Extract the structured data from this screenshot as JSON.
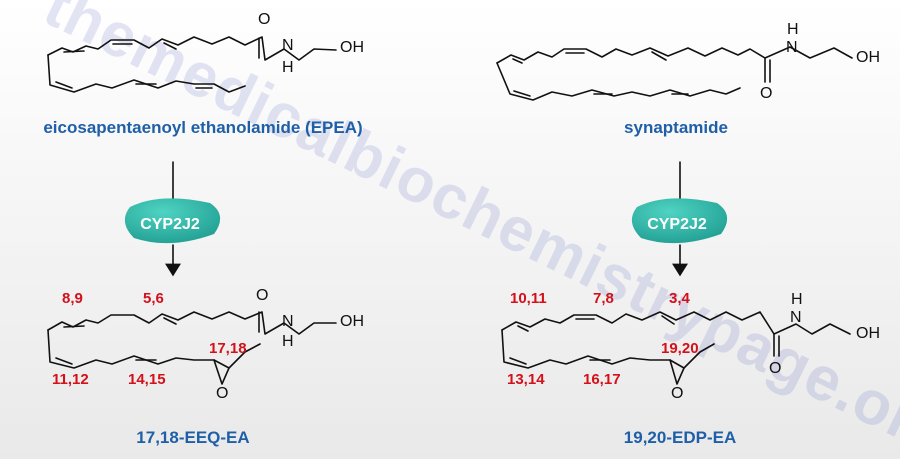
{
  "watermark": "themedicalbiochemistrypage.org",
  "enzyme": "CYP2J2",
  "atoms": {
    "oxygen": "O",
    "nitrogen_h": "N",
    "hydrogen": "H",
    "hydroxyl": "OH"
  },
  "left": {
    "substrate": "eicosapentaenoyl ethanolamide (EPEA)",
    "product": "17,18-EEQ-EA",
    "positions": [
      "8,9",
      "5,6",
      "11,12",
      "14,15",
      "17,18"
    ]
  },
  "right": {
    "substrate": "synaptamide",
    "product": "19,20-EDP-EA",
    "positions": [
      "10,11",
      "7,8",
      "3,4",
      "13,14",
      "16,17",
      "19,20"
    ]
  },
  "colors": {
    "name": "#1f5fa8",
    "position": "#d4101a",
    "enzyme": "#2bb7a8",
    "watermark": "#2e3fb0"
  }
}
